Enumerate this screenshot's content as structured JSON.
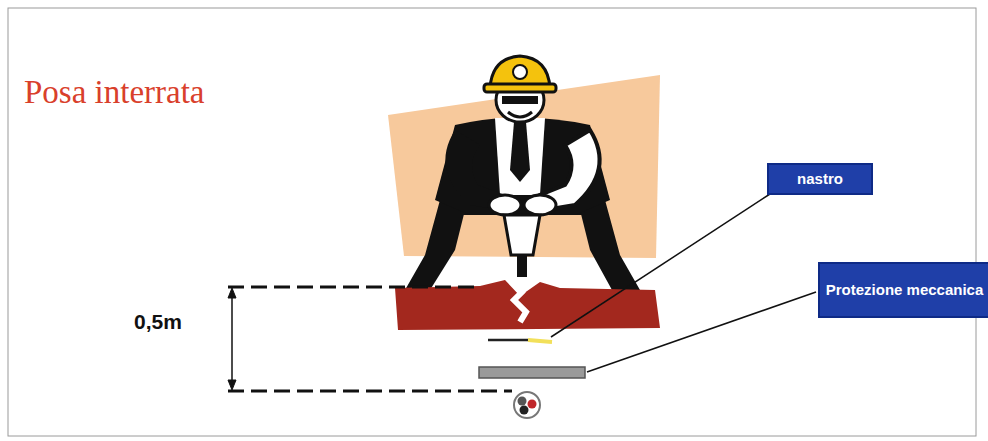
{
  "diagram": {
    "title": "Posa interrata",
    "nodes": [
      {
        "text": [
          "nastro"
        ]
      },
      {
        "text": [
          "Protezione meccanica"
        ]
      }
    ],
    "labels": [
      "0,5m"
    ]
  }
}
